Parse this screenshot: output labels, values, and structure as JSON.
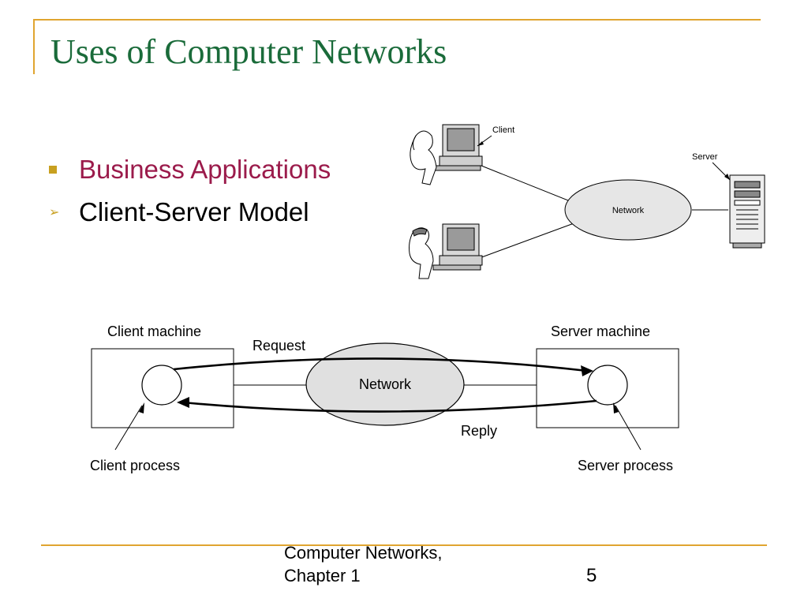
{
  "slide": {
    "title": "Uses of Computer Networks",
    "bullets": [
      {
        "label": "Business Applications",
        "marker": "square-bullet-icon"
      },
      {
        "label": "Client-Server Model",
        "marker": "arrow-bullet-icon"
      }
    ],
    "footer": {
      "line1": "Computer Networks,",
      "line2": "Chapter 1",
      "page": "5"
    },
    "colors": {
      "accent": "#e0a530",
      "title": "#1a6b3a",
      "bullet1": "#9b1b4b",
      "network_fill": "#e0e0e0"
    }
  },
  "top_diagram": {
    "client_label": "Client",
    "server_label": "Server",
    "network_label": "Network"
  },
  "bottom_diagram": {
    "client_machine": "Client machine",
    "server_machine": "Server machine",
    "request": "Request",
    "reply": "Reply",
    "network": "Network",
    "client_process": "Client process",
    "server_process": "Server process"
  }
}
